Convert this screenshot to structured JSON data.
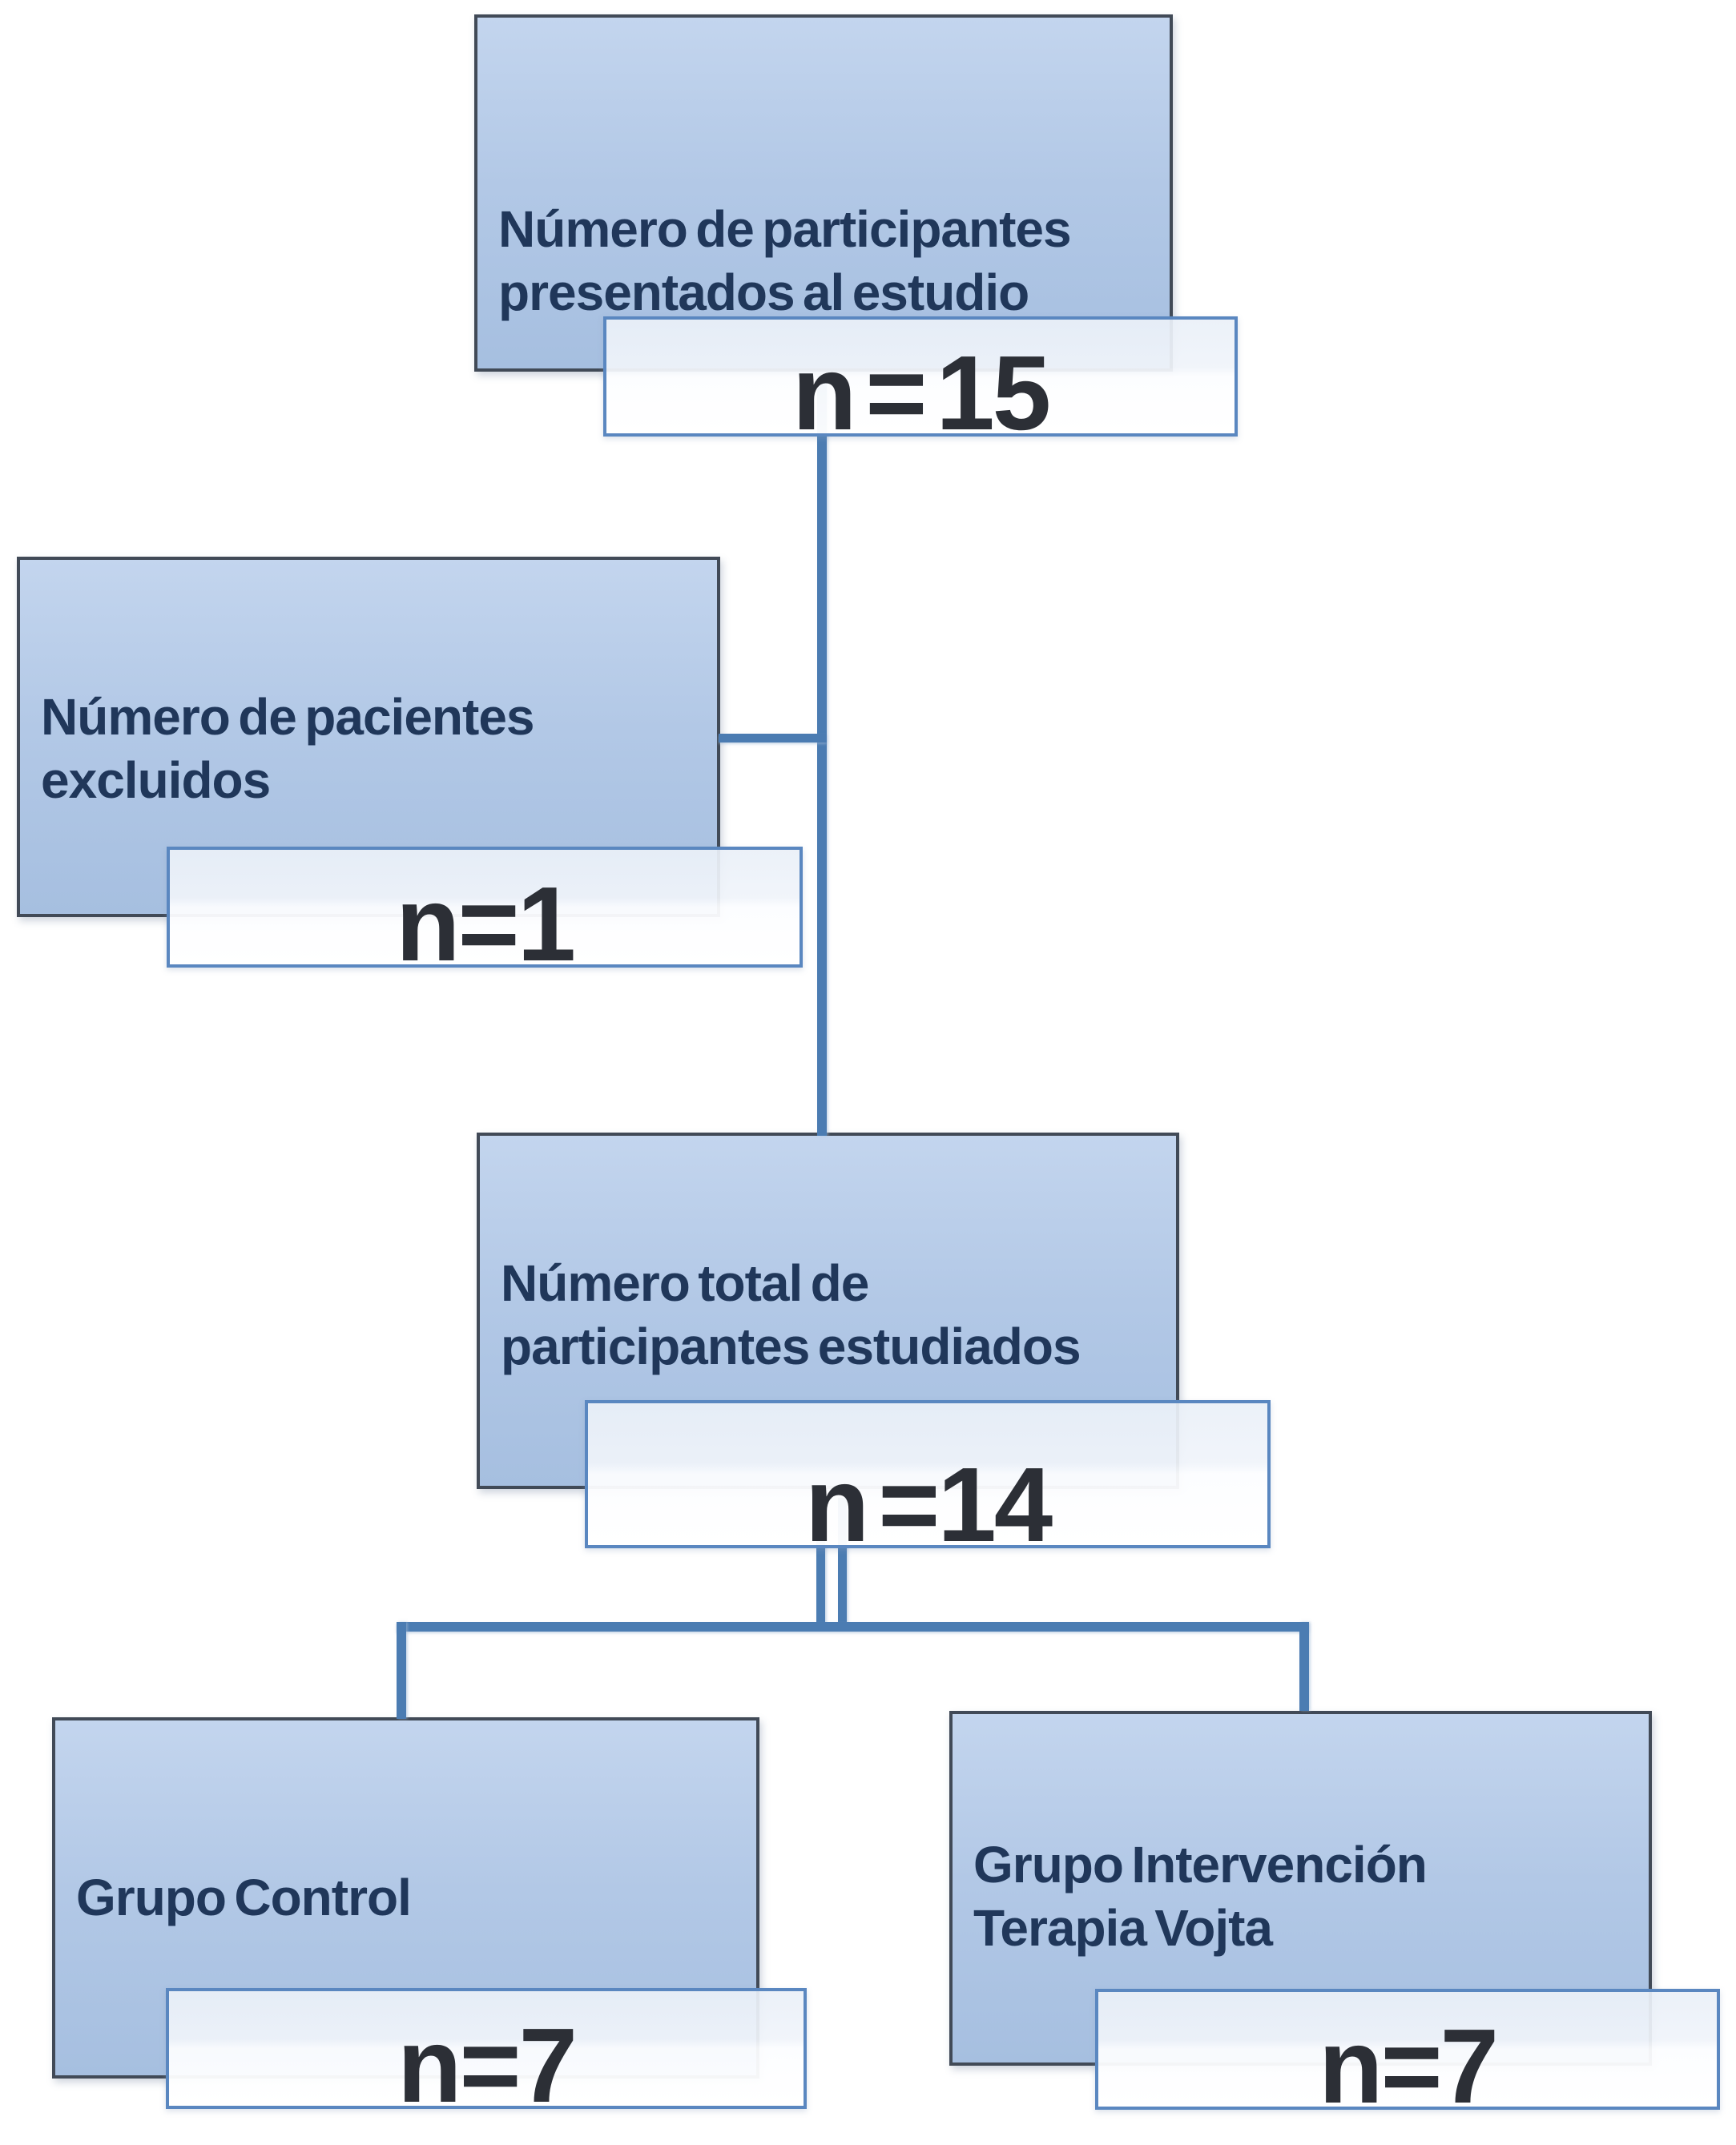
{
  "diagram": {
    "type": "participant-flow-diagram",
    "language": "es",
    "nodes": {
      "enrolled": {
        "lines": [
          "Número de participantes",
          "presentados al estudio"
        ],
        "count": "n = 15"
      },
      "excluded": {
        "lines": [
          "Número de pacientes",
          "excluidos"
        ],
        "count": "n=1"
      },
      "studied": {
        "lines": [
          "Número total de",
          "participantes estudiados"
        ],
        "count": "n =14"
      },
      "control": {
        "lines": [
          "Grupo Control"
        ],
        "count": "n=7"
      },
      "intervention": {
        "lines": [
          "Grupo Intervención",
          "Terapia Vojta"
        ],
        "count": "n=7"
      }
    },
    "edges": [
      {
        "from": "enrolled",
        "to": "studied",
        "style": "single-vertical"
      },
      {
        "from": "excluded",
        "to": "enrolled-studied-line",
        "style": "horizontal-branch"
      },
      {
        "from": "studied",
        "to": "split",
        "style": "double-vertical"
      },
      {
        "from": "split",
        "to": "control",
        "style": "elbow"
      },
      {
        "from": "split",
        "to": "intervention",
        "style": "elbow"
      }
    ]
  },
  "colors": {
    "box_fill_top": "#c3d5ee",
    "box_fill_mid": "#b2c8e6",
    "box_fill_bottom": "#a6bfe0",
    "box_border": "#414a57",
    "count_border": "#5a87c0",
    "connector": "#4b7cb2",
    "label_color": "#20375a",
    "count_color": "#2c2f36"
  }
}
